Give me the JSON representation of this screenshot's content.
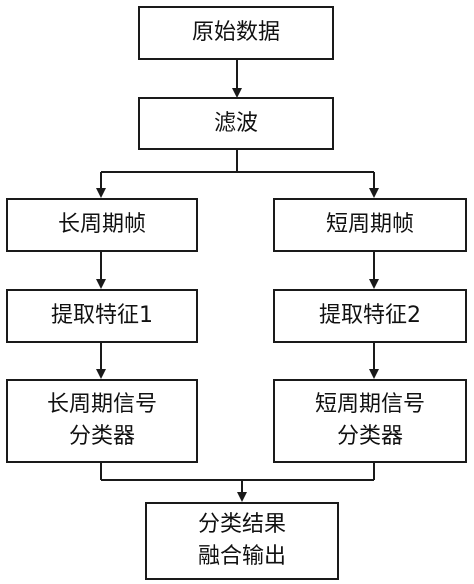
{
  "nodes": {
    "raw_data": "原始数据",
    "filter": "滤波",
    "long_frame": "长周期帧",
    "short_frame": "短周期帧",
    "extract_feature_1": "提取特征1",
    "extract_feature_2": "提取特征2",
    "long_classifier": {
      "line1": "长周期信号",
      "line2": "分类器"
    },
    "short_classifier": {
      "line1": "短周期信号",
      "line2": "分类器"
    },
    "fusion_output": {
      "line1": "分类结果",
      "line2": "融合输出"
    }
  },
  "colors": {
    "stroke": "#1a1a1a",
    "text": "#111111",
    "background": "#ffffff"
  }
}
